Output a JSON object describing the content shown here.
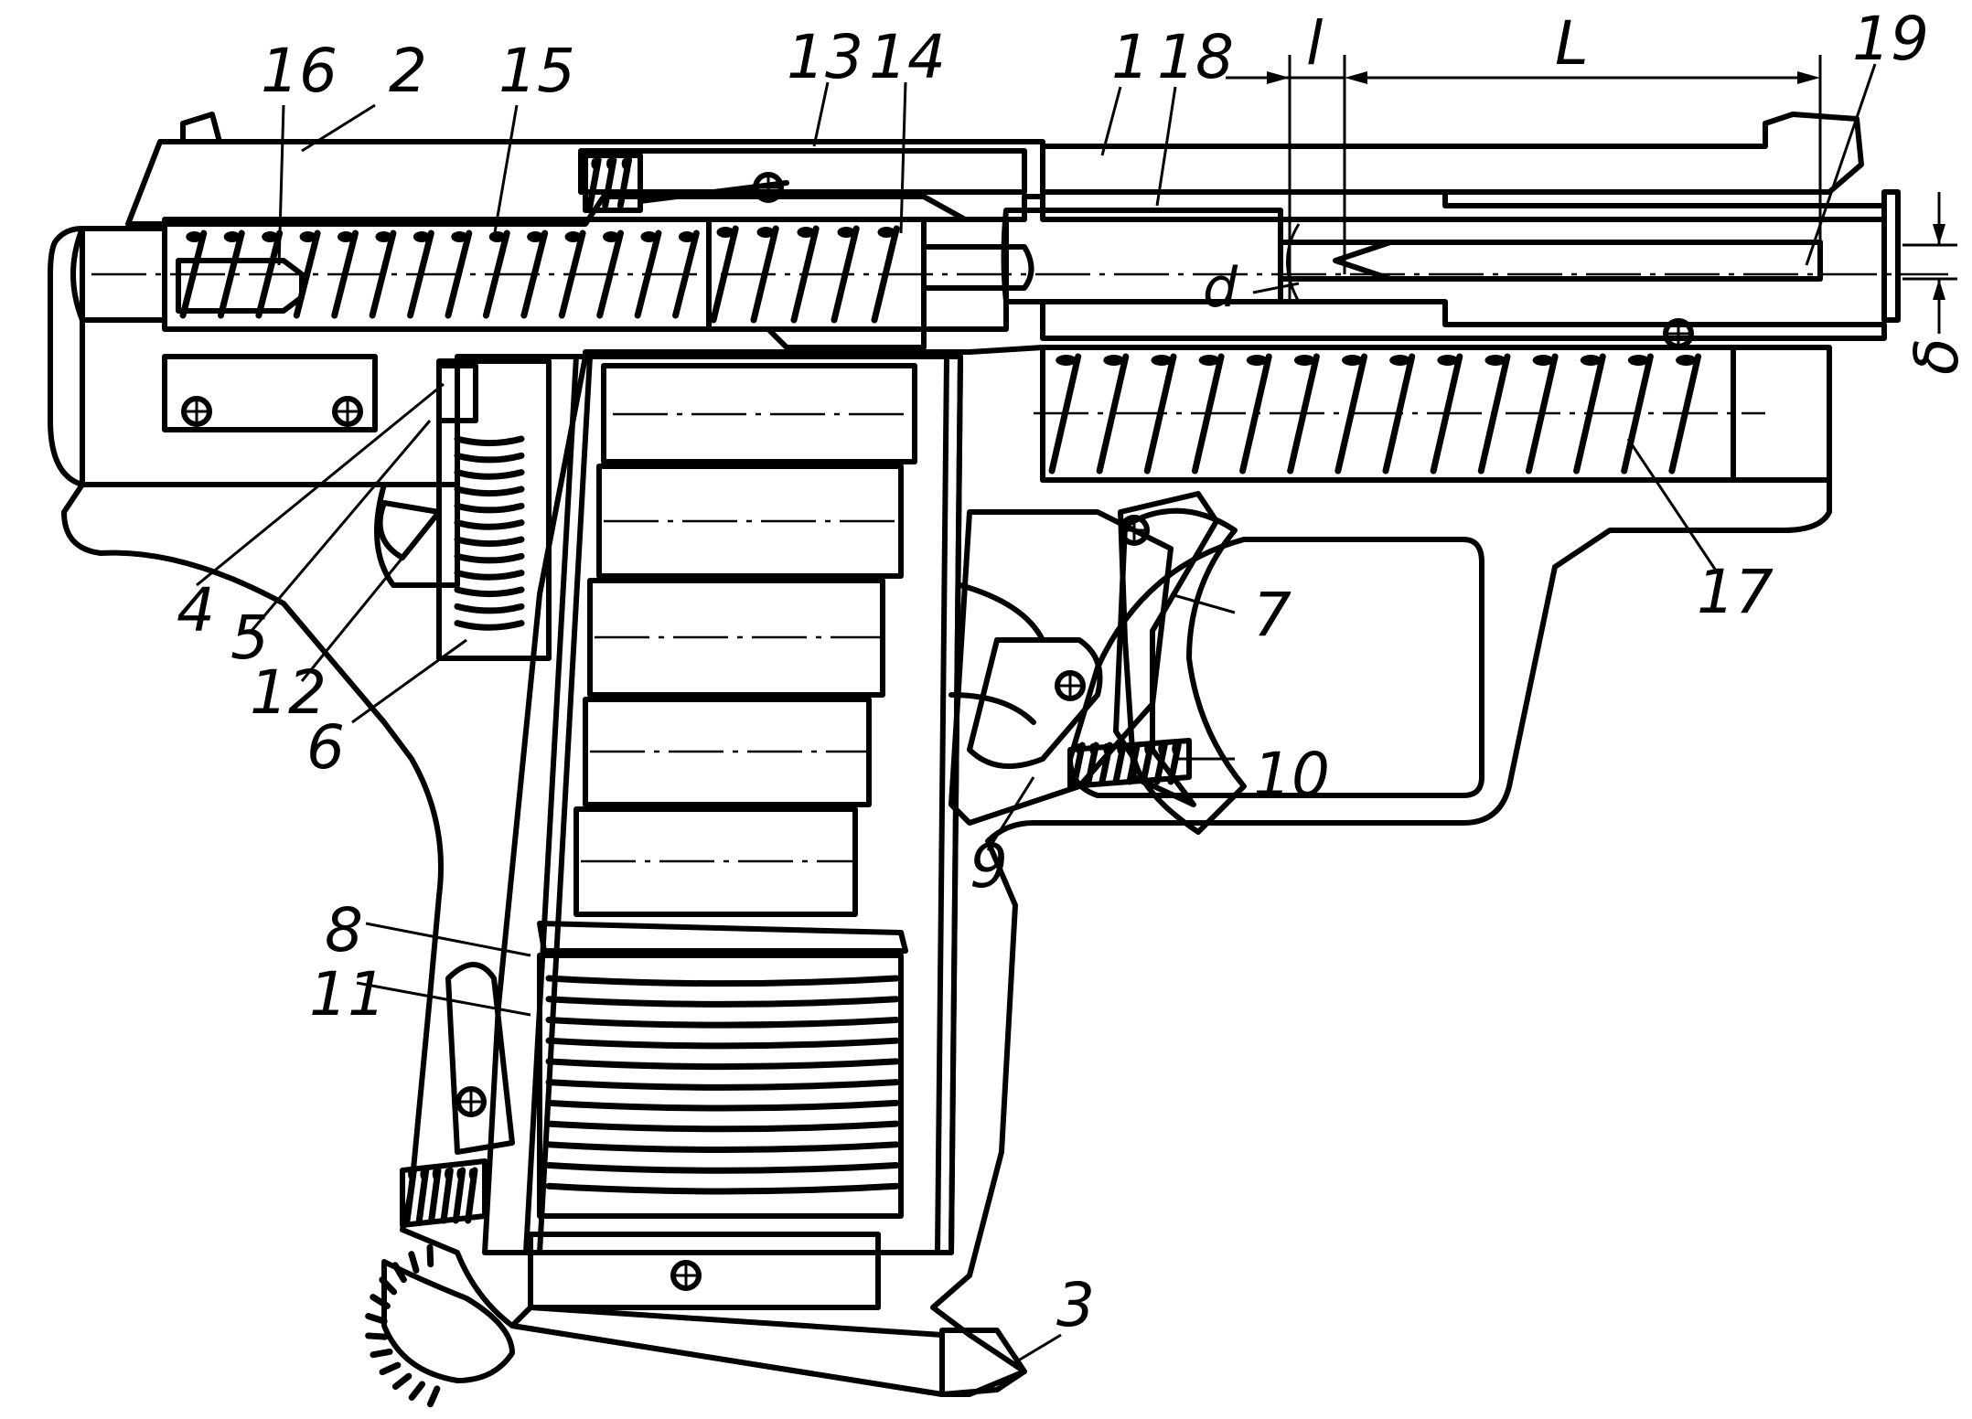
{
  "callouts": [
    {
      "id": "1",
      "text": "1"
    },
    {
      "id": "2",
      "text": "2"
    },
    {
      "id": "3",
      "text": "3"
    },
    {
      "id": "4",
      "text": "4"
    },
    {
      "id": "5",
      "text": "5"
    },
    {
      "id": "6",
      "text": "6"
    },
    {
      "id": "7",
      "text": "7"
    },
    {
      "id": "8",
      "text": "8"
    },
    {
      "id": "9",
      "text": "9"
    },
    {
      "id": "10",
      "text": "10"
    },
    {
      "id": "11",
      "text": "11"
    },
    {
      "id": "12",
      "text": "12"
    },
    {
      "id": "13",
      "text": "13"
    },
    {
      "id": "14",
      "text": "14"
    },
    {
      "id": "15",
      "text": "15"
    },
    {
      "id": "16",
      "text": "16"
    },
    {
      "id": "17",
      "text": "17"
    },
    {
      "id": "18",
      "text": "18"
    },
    {
      "id": "19",
      "text": "19"
    }
  ],
  "dimensions": {
    "l": "l",
    "L": "L",
    "d": "d",
    "delta": "δ"
  },
  "style": {
    "ink": "#000000",
    "paper": "#ffffff"
  }
}
